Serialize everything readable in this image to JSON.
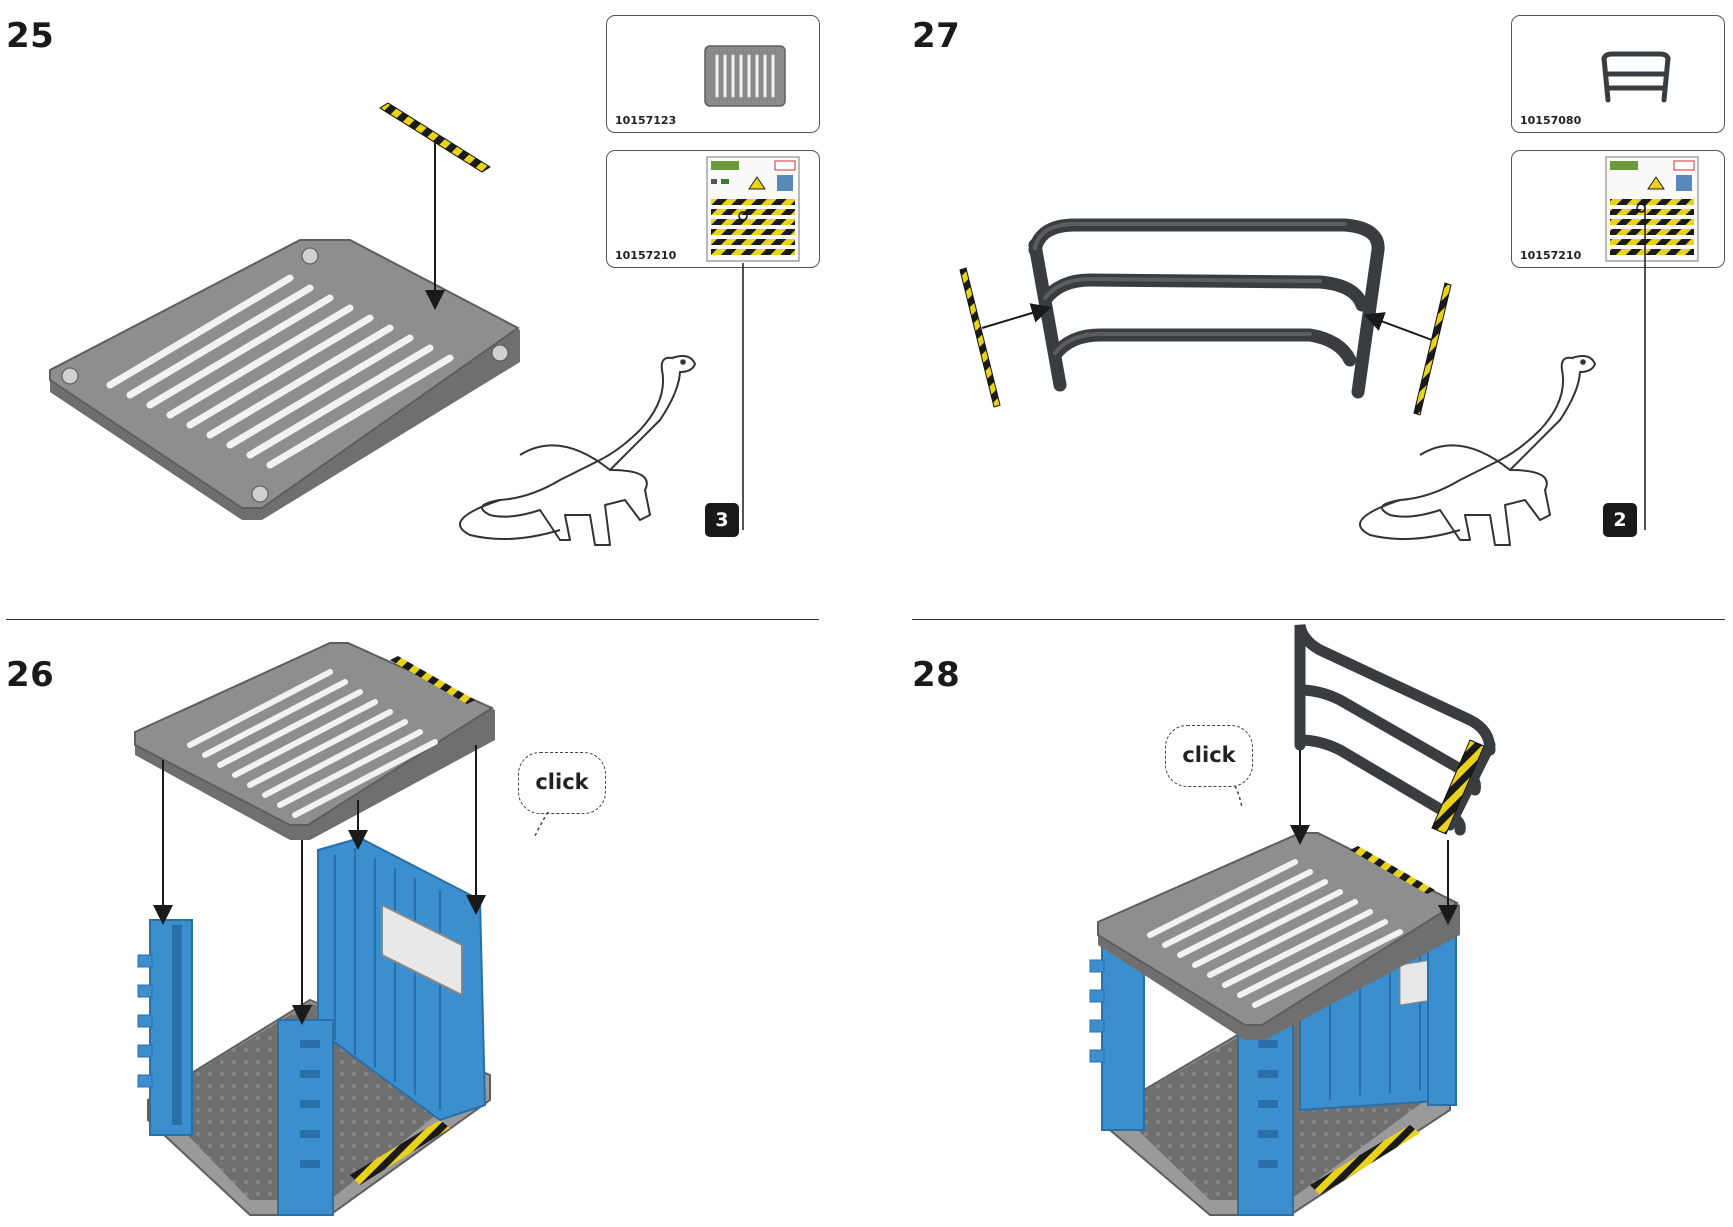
{
  "steps": [
    {
      "number": "25"
    },
    {
      "number": "26"
    },
    {
      "number": "27"
    },
    {
      "number": "28"
    }
  ],
  "parts": {
    "grate_code": "10157123",
    "sticker_code": "10157210",
    "railing_code": "10157080"
  },
  "sticker_steps": {
    "step25": "3",
    "step27": "2"
  },
  "callouts": {
    "click": "click"
  },
  "colors": {
    "metal": "#8a8a8a",
    "metal_dark": "#5e5e5e",
    "blue": "#3b8fcf",
    "blue_dark": "#2a6fa8",
    "rail": "#3a3d40",
    "hazard_yellow": "#e8d21a"
  }
}
